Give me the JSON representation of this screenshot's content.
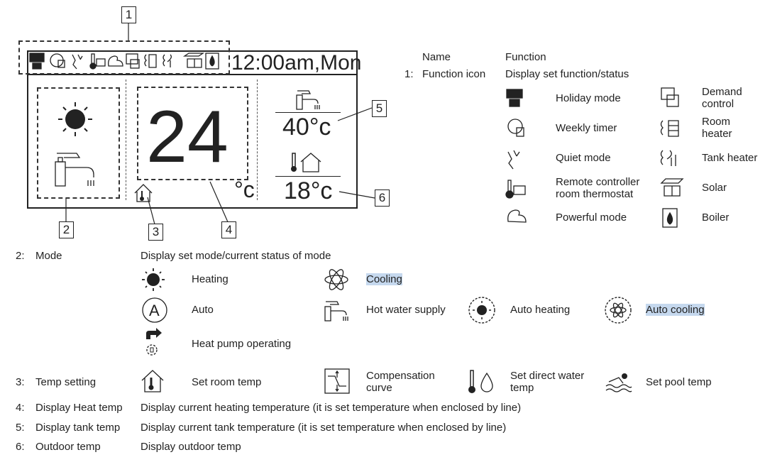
{
  "screen": {
    "clock": "12:00am,Mon",
    "heat_temp": "24",
    "heat_unit": "°c",
    "tank_temp": "40°c",
    "outdoor_temp": "18°c",
    "callouts": [
      "1",
      "2",
      "3",
      "4",
      "5",
      "6"
    ]
  },
  "function_table": {
    "header_name": "Name",
    "header_function": "Function",
    "row_num": "1:",
    "row_name": "Function icon",
    "row_desc": "Display set function/status",
    "items_left": [
      "Holiday mode",
      "Weekly timer",
      "Quiet mode",
      "Remote controller room thermostat",
      "Powerful mode"
    ],
    "items_right": [
      "Demand control",
      "Room heater",
      "Tank heater",
      "Solar",
      "Boiler"
    ]
  },
  "mode": {
    "num": "2:",
    "label": "Mode",
    "desc": "Display set mode/current status of mode",
    "items": [
      "Heating",
      "Cooling",
      "Auto",
      "Hot water supply",
      "Auto heating",
      "Auto cooling",
      "Heat pump operating"
    ]
  },
  "temp_setting": {
    "num": "3:",
    "label": "Temp setting",
    "items": [
      "Set room temp",
      "Compensation curve",
      "Set direct water temp",
      "Set pool temp"
    ]
  },
  "display_rows": [
    {
      "num": "4:",
      "label": "Display Heat temp",
      "desc": "Display current heating temperature (it is set temperature when enclosed by line)"
    },
    {
      "num": "5:",
      "label": "Display tank temp",
      "desc": "Display current tank temperature (it is set temperature when enclosed by line)"
    },
    {
      "num": "6:",
      "label": "Outdoor temp",
      "desc": "Display outdoor temp"
    }
  ]
}
